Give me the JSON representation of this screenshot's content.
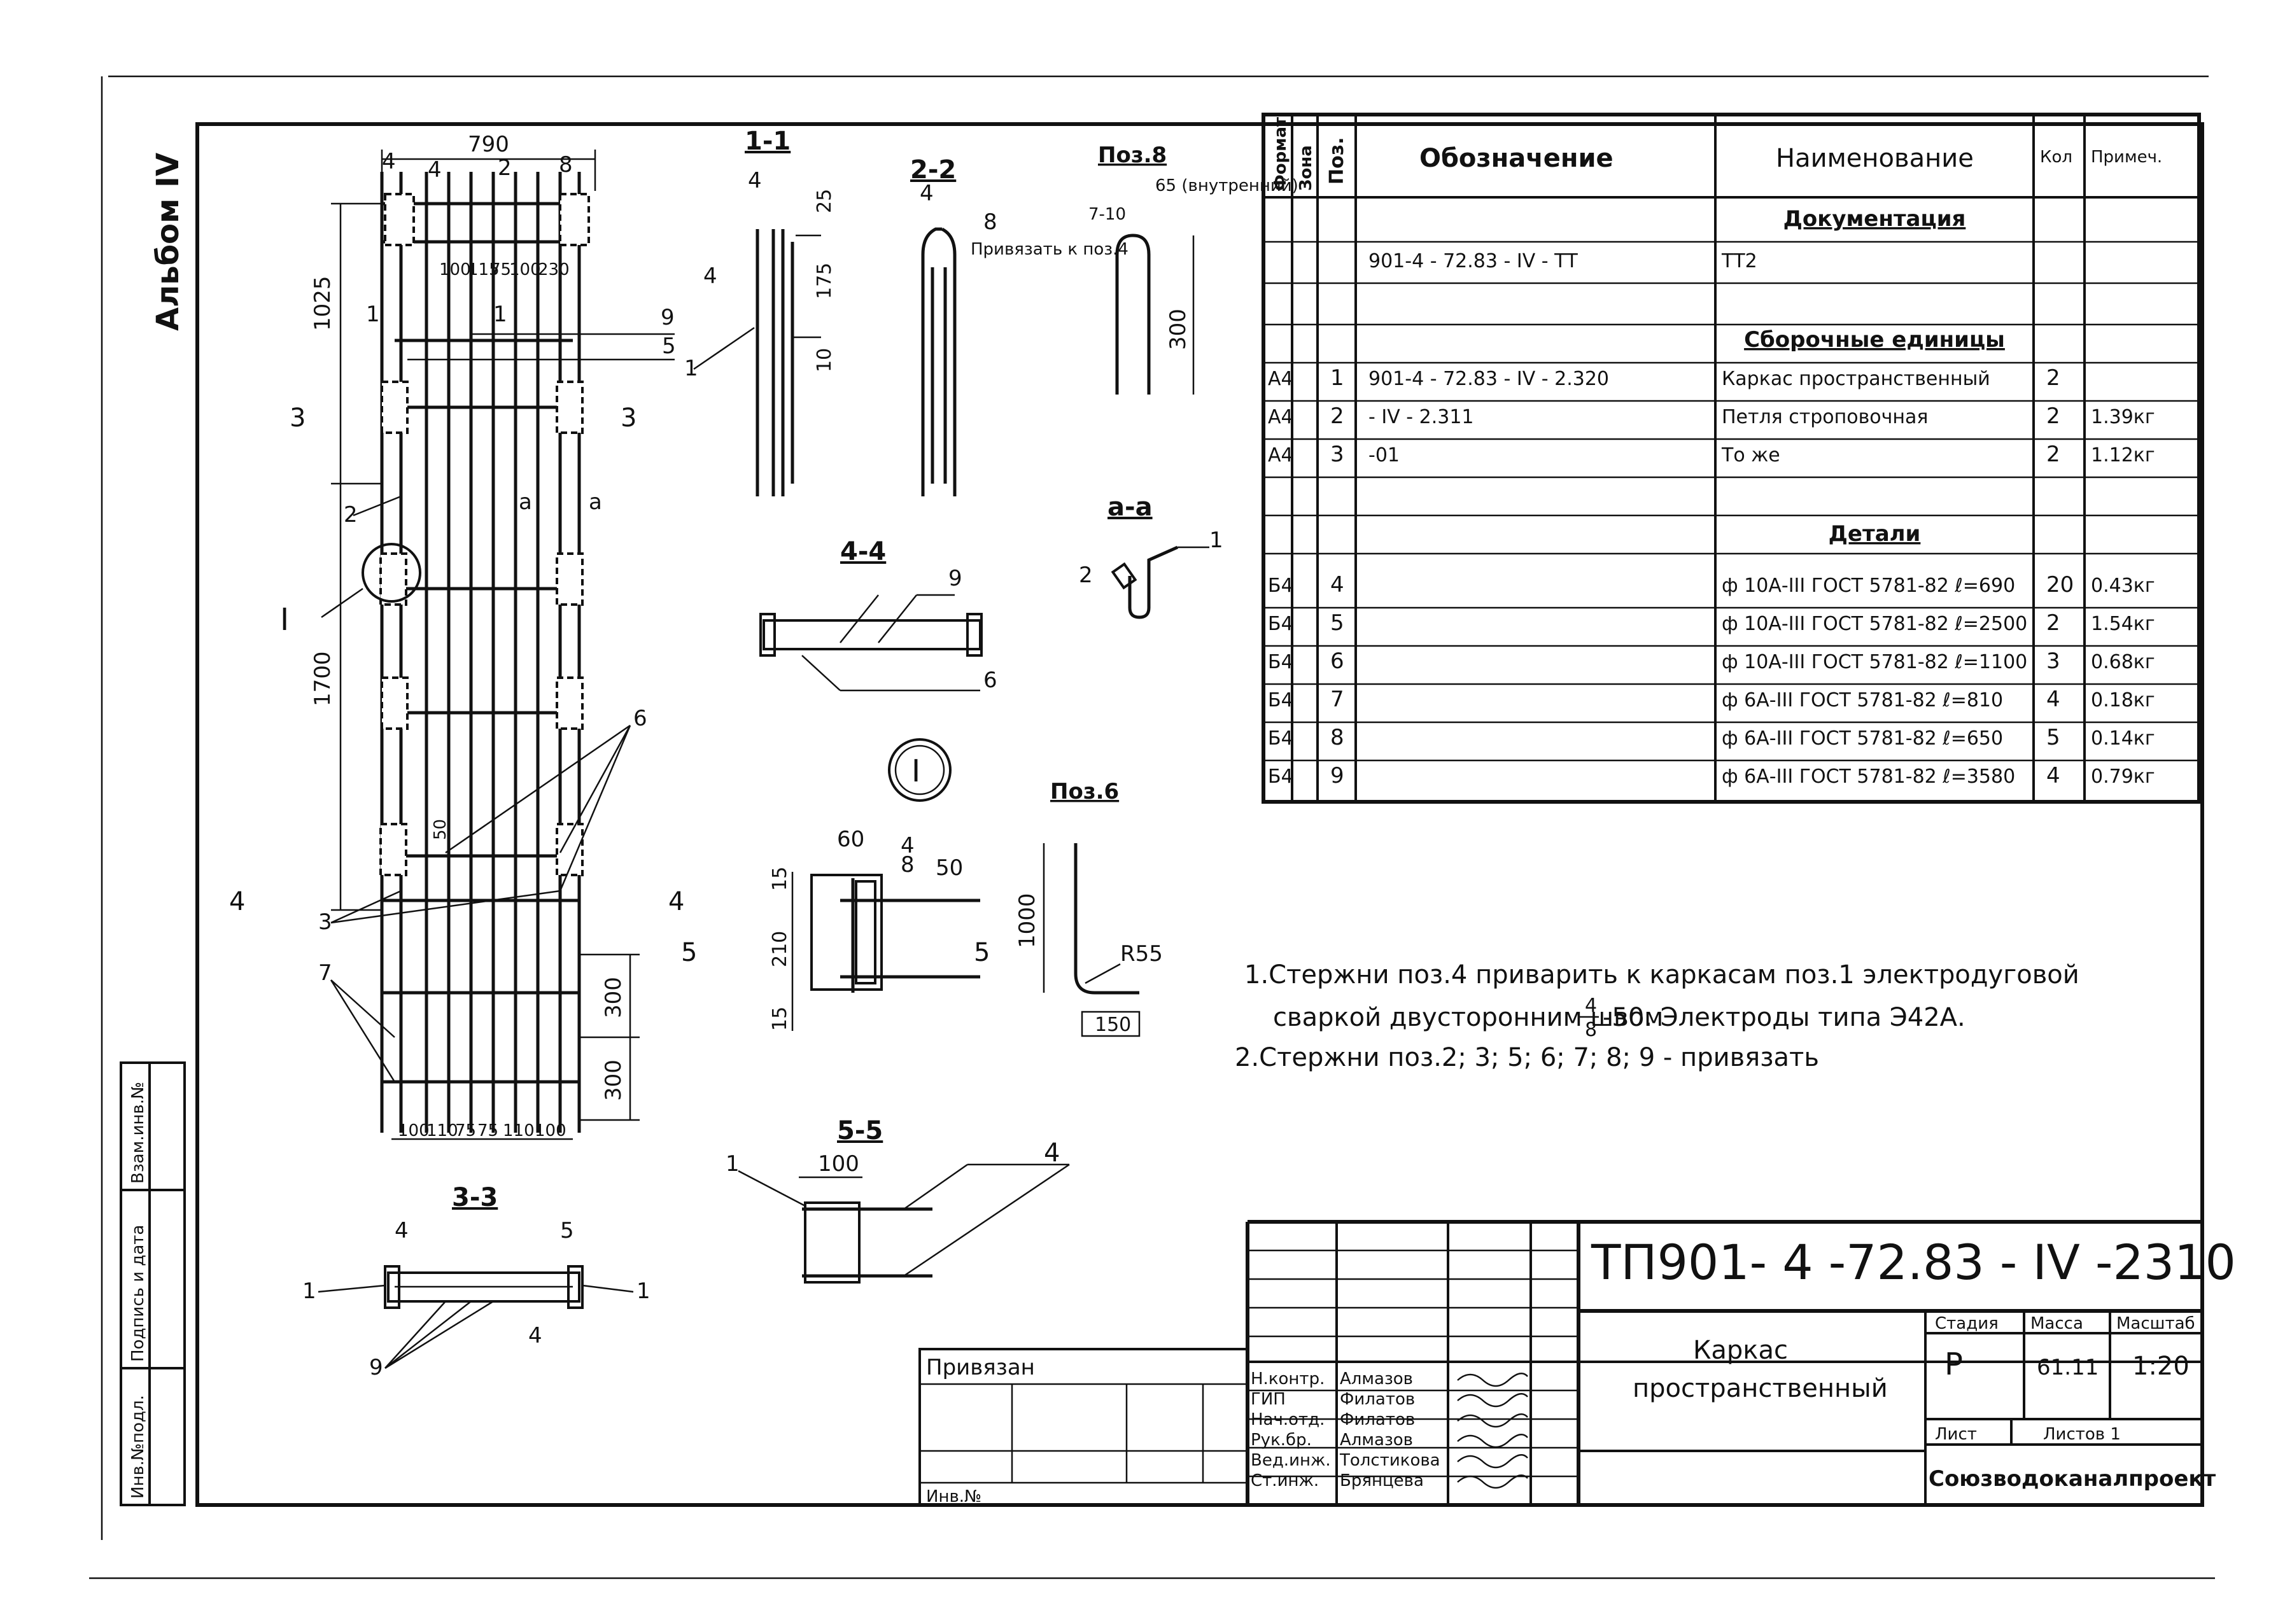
{
  "album": "Альбом IV",
  "drawing": {
    "frame_dims": {
      "overall_width": "790",
      "top_len": "1025",
      "mid_len": "1700",
      "step1": "300",
      "step2": "300",
      "spacings_top": [
        "100",
        "115",
        "75",
        "100",
        "230"
      ],
      "spacings_bottom": [
        "100",
        "110",
        "75",
        "75",
        "110",
        "100"
      ],
      "d50": "50"
    },
    "labels": {
      "n1": "1",
      "n2": "2",
      "n3": "3",
      "n4": "4",
      "n5": "5",
      "n6": "6",
      "n7": "7",
      "n8": "8",
      "n9": "9",
      "circle_I": "I",
      "a": "a"
    },
    "sections": {
      "s11": "1-1",
      "s22": "2-2",
      "s33": "3-3",
      "s44": "4-4",
      "s55": "5-5",
      "saa": "a-a",
      "pos8": "Поз.8",
      "pos6": "Поз.6",
      "s11_d1": "25",
      "s11_d2": "175",
      "s11_d3": "10",
      "s22_note": "Привязать к поз.4",
      "pos8_d1": "65 (внутренний)",
      "pos8_d2": "7-10",
      "pos8_d3": "300",
      "det_60": "60",
      "det_50": "50",
      "det_210": "210",
      "det_15a": "15",
      "det_15b": "15",
      "pos6_1000": "1000",
      "pos6_r": "R55",
      "pos6_150": "150",
      "s55_100": "100"
    }
  },
  "spec": {
    "headers": {
      "format": "Формат",
      "zone": "Зона",
      "pos": "Поз.",
      "designation": "Обозначение",
      "name": "Наименование",
      "qty": "Кол",
      "note": "Примеч."
    },
    "rows": [
      {
        "format": "",
        "pos": "",
        "designation": "",
        "name": "Документация",
        "qty": "",
        "note": "",
        "heading": true
      },
      {
        "format": "",
        "pos": "",
        "designation": "901-4 - 72.83 - IV - ТТ",
        "name": "ТТ2",
        "qty": "",
        "note": ""
      },
      {
        "format": "",
        "pos": "",
        "designation": "",
        "name": "",
        "qty": "",
        "note": ""
      },
      {
        "format": "",
        "pos": "",
        "designation": "",
        "name": "Сборочные единицы",
        "qty": "",
        "note": "",
        "heading": true
      },
      {
        "format": "А4",
        "pos": "1",
        "designation": "901-4 - 72.83 - IV - 2.320",
        "name": "Каркас пространственный",
        "qty": "2",
        "note": ""
      },
      {
        "format": "А4",
        "pos": "2",
        "designation": "- IV - 2.311",
        "name": "Петля строповочная",
        "qty": "2",
        "note": "1.39кг"
      },
      {
        "format": "А4",
        "pos": "3",
        "designation": "-01",
        "name": "То же",
        "qty": "2",
        "note": "1.12кг"
      },
      {
        "format": "",
        "pos": "",
        "designation": "",
        "name": "",
        "qty": "",
        "note": ""
      },
      {
        "format": "",
        "pos": "",
        "designation": "",
        "name": "Детали",
        "qty": "",
        "note": "",
        "heading": true
      },
      {
        "format": "Б4",
        "pos": "4",
        "designation": "",
        "name": "ф 10А-III ГОСТ 5781-82 ℓ=690",
        "qty": "20",
        "note": "0.43кг"
      },
      {
        "format": "Б4",
        "pos": "5",
        "designation": "",
        "name": "ф 10А-III ГОСТ 5781-82 ℓ=2500",
        "qty": "2",
        "note": "1.54кг"
      },
      {
        "format": "Б4",
        "pos": "6",
        "designation": "",
        "name": "ф 10А-III ГОСТ 5781-82 ℓ=1100",
        "qty": "3",
        "note": "0.68кг"
      },
      {
        "format": "Б4",
        "pos": "7",
        "designation": "",
        "name": "ф 6А-III ГОСТ 5781-82 ℓ=810",
        "qty": "4",
        "note": "0.18кг"
      },
      {
        "format": "Б4",
        "pos": "8",
        "designation": "",
        "name": "ф 6А-III ГОСТ 5781-82 ℓ=650",
        "qty": "5",
        "note": "0.14кг"
      },
      {
        "format": "Б4",
        "pos": "9",
        "designation": "",
        "name": "ф 6А-III ГОСТ 5781-82 ℓ=3580",
        "qty": "4",
        "note": "0.79кг"
      }
    ]
  },
  "notes": {
    "n1a": "1.Стержни поз.4 приварить к каркасам поз.1 электродуговой",
    "n1b": "сваркой двусторонним швом",
    "n1c": "-50. Электроды типа Э42А.",
    "frac_top": "4",
    "frac_bot": "8",
    "n2": "2.Стержни поз.2; 3; 5; 6; 7; 8; 9 - привязать"
  },
  "stamp": {
    "code": "ТП901- 4 -72.83 - IV -2310",
    "title_l1": "Каркас",
    "title_l2": "пространственный",
    "stage_h": "Стадия",
    "mass_h": "Масса",
    "scale_h": "Масштаб",
    "stage": "Р",
    "mass": "61.11",
    "scale": "1:20",
    "sheet": "Лист",
    "sheets": "Листов 1",
    "org": "Союзводоканалпроект",
    "privyazan": "Привязан",
    "inv": "Инв.№",
    "roles": [
      {
        "role": "Н.контр.",
        "name": "Алмазов"
      },
      {
        "role": "ГИП",
        "name": "Филатов"
      },
      {
        "role": "Нач.отд.",
        "name": "Филатов"
      },
      {
        "role": "Рук.бр.",
        "name": "Алмазов"
      },
      {
        "role": "Вед.инж.",
        "name": "Толстикова"
      },
      {
        "role": "Ст.инж.",
        "name": "Брянцева"
      }
    ],
    "side_inv": "Инв.№подл.",
    "side_sign": "Подпись и дата",
    "side_vz": "Взам.инв.№"
  }
}
